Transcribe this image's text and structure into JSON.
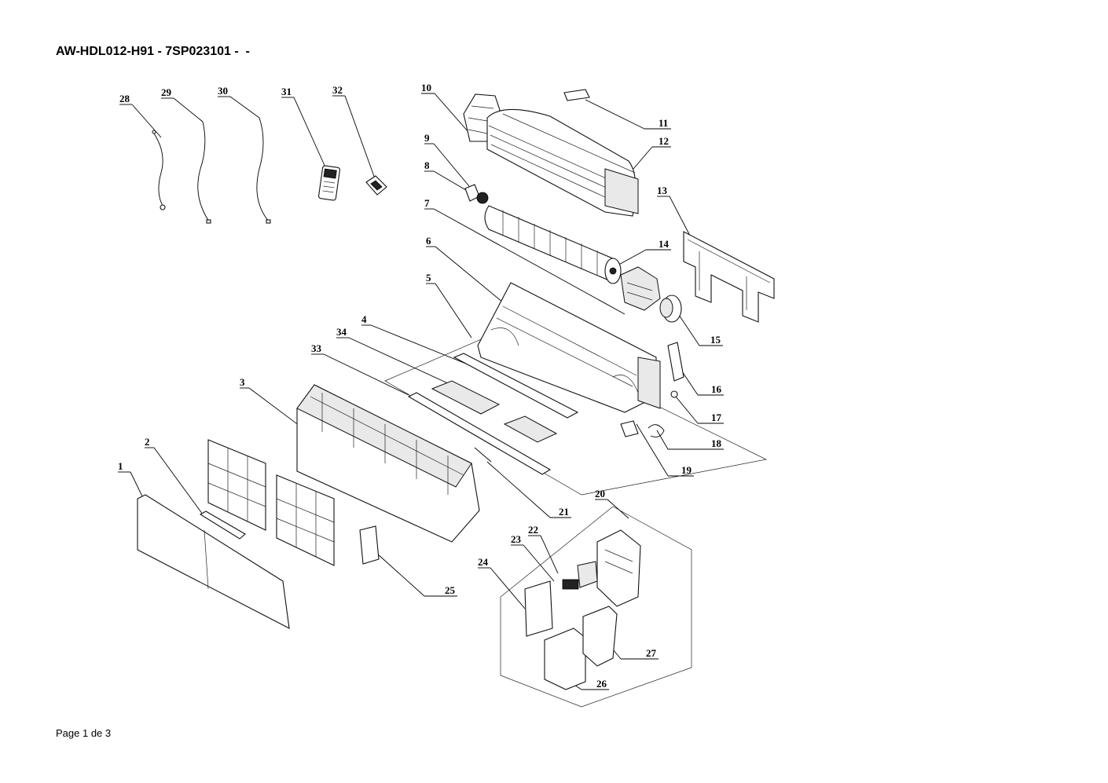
{
  "header": {
    "title": "AW-HDL012-H91 - 7SP023101 -  -"
  },
  "footer": {
    "page_label": "Page 1 de 3"
  },
  "callouts": [
    "1",
    "2",
    "3",
    "4",
    "5",
    "6",
    "7",
    "8",
    "9",
    "10",
    "11",
    "12",
    "13",
    "14",
    "15",
    "16",
    "17",
    "18",
    "19",
    "20",
    "21",
    "22",
    "23",
    "24",
    "25",
    "26",
    "27",
    "28",
    "29",
    "30",
    "31",
    "32",
    "33",
    "34"
  ]
}
